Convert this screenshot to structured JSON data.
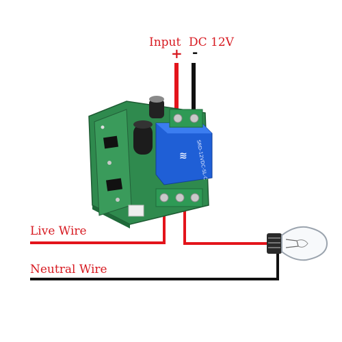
{
  "labels": {
    "input": "Input",
    "dc": "DC 12V",
    "plus": "+",
    "minus": "-",
    "live": "Live Wire",
    "neutral": "Neutral Wire"
  },
  "colors": {
    "text": "#d71920",
    "live_wire": "#e3141b",
    "neutral_wire": "#111111",
    "board": "#2f8a4e",
    "relay": "#1f5fd6",
    "terminal": "#2e9a55"
  },
  "icons": {
    "relay_module": "relay-board-icon",
    "bulb": "light-bulb-icon"
  }
}
